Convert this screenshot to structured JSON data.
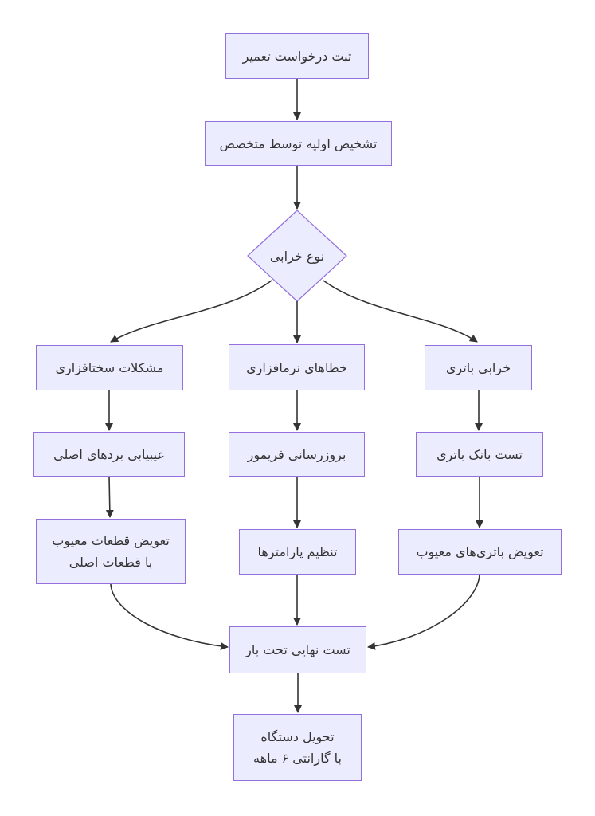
{
  "flowchart": {
    "colors": {
      "node_fill": "#ECECFF",
      "node_border": "#9370DB",
      "edge": "#333333",
      "text": "#333333",
      "background": "#ffffff"
    },
    "nodes": {
      "start": {
        "label": "ثبت درخواست تعمیر"
      },
      "diagnosis": {
        "label": "تشخیص اولیه توسط متخصص"
      },
      "decision": {
        "label": "نوع خرابی"
      },
      "hardware": {
        "label": "مشکلات سختافزاری"
      },
      "software": {
        "label": "خطاهای نرمافزاری"
      },
      "battery": {
        "label": "خرابی باتری"
      },
      "board_diagnose": {
        "label": "عیبیابی بردهای اصلی"
      },
      "firmware_update": {
        "label": "بروزرسانی فریمور"
      },
      "battery_bank_test": {
        "label": "تست بانک باتری"
      },
      "replace_parts": {
        "line1": "تعویض قطعات معیوب",
        "line2": "با قطعات اصلی"
      },
      "set_parameters": {
        "label": "تنظیم پارامترها"
      },
      "replace_batteries": {
        "label": "تعویض باتری‌های معیوب"
      },
      "final_test": {
        "label": "تست نهایی تحت بار"
      },
      "delivery": {
        "line1": "تحویل دستگاه",
        "line2": "با گارانتی ۶ ماهه"
      }
    }
  }
}
